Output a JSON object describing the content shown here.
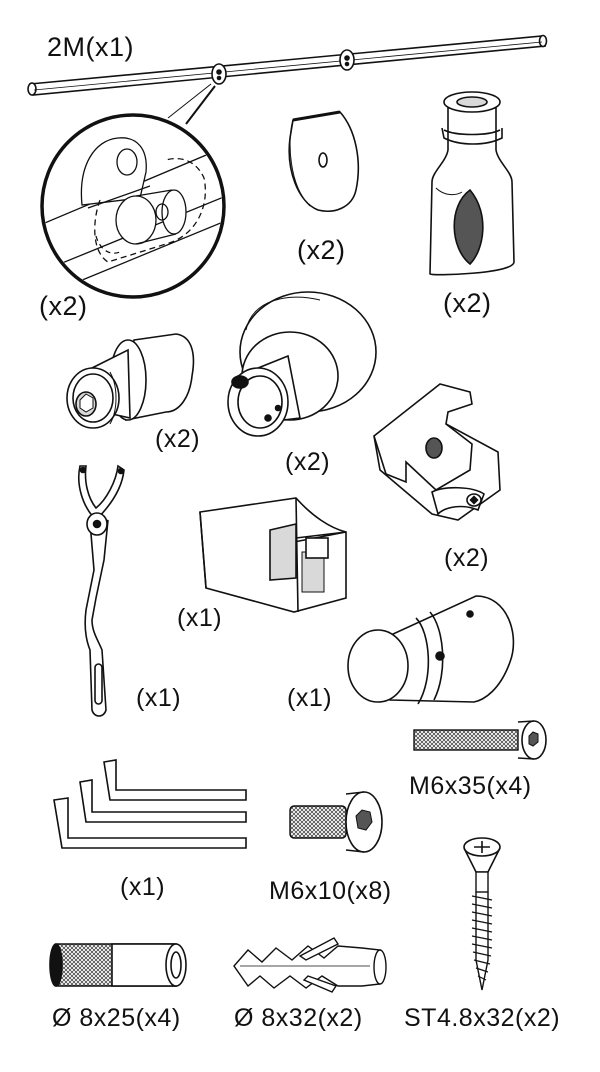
{
  "labels": {
    "rail": "2M(x1)",
    "rail_connector": "(x2)",
    "washer": "(x2)",
    "end_stopper": "(x2)",
    "wall_bracket": "(x2)",
    "roller": "(x2)",
    "rail_clamp": "(x2)",
    "spanner": "(x1)",
    "floor_guide": "(x1)",
    "handle_knob": "(x1)",
    "screw_m6x35": "M6x35(x4)",
    "allen_keys": "(x1)",
    "screw_m6x10": "M6x10(x8)",
    "wood_screw": "ST4.8x32(x2)",
    "sleeve": "Ø 8x25(x4)",
    "wall_plug": "Ø 8x32(x2)"
  },
  "colors": {
    "line": "#111111",
    "fill": "#ffffff",
    "shade": "#d9d9d9",
    "dark_shade": "#555555"
  },
  "icons": [
    "rail-icon",
    "magnifier-icon",
    "washer-icon",
    "end-stopper-icon",
    "wall-bracket-icon",
    "roller-wheel-icon",
    "rail-clamp-icon",
    "spanner-wrench-icon",
    "floor-guide-icon",
    "handle-knob-icon",
    "screw-m6x35-icon",
    "allen-keys-icon",
    "screw-m6x10-icon",
    "wood-screw-icon",
    "sleeve-icon",
    "wall-plug-icon"
  ]
}
